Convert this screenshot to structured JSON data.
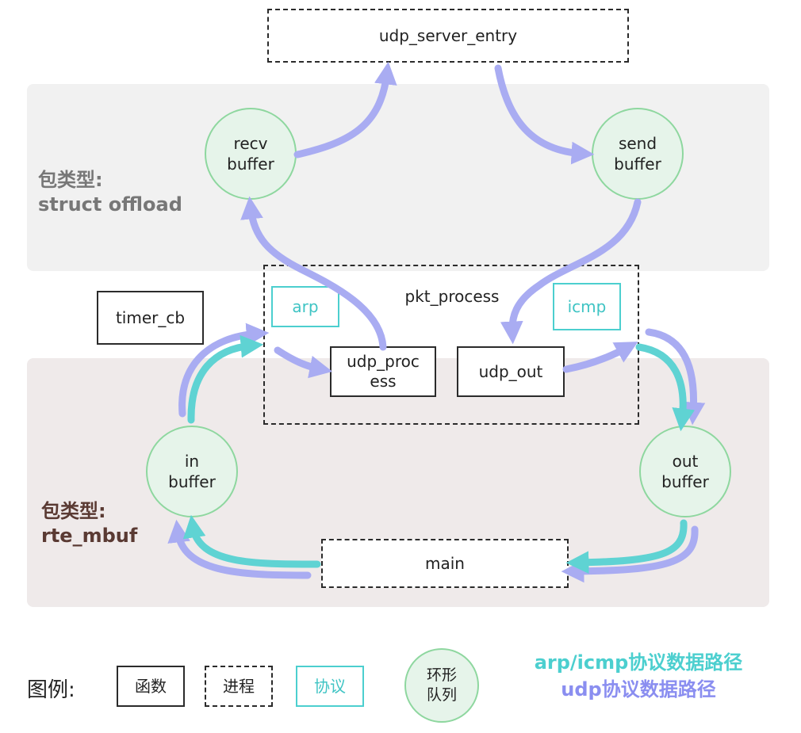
{
  "nodes": {
    "udp_server_entry": "udp_server_entry",
    "recv_buffer": "recv\nbuffer",
    "send_buffer": "send\nbuffer",
    "pkt_process": "pkt_process",
    "arp": "arp",
    "icmp": "icmp",
    "timer_cb": "timer_cb",
    "udp_process": "udp_proc\ness",
    "udp_out": "udp_out",
    "in_buffer": "in\nbuffer",
    "out_buffer": "out\nbuffer",
    "main": "main"
  },
  "bands": {
    "top_label": "包类型:\nstruct offload",
    "bottom_label": "包类型:\nrte_mbuf"
  },
  "legend": {
    "title": "图例:",
    "function": "函数",
    "process": "进程",
    "protocol": "协议",
    "ring_queue": "环形\n队列",
    "teal_path": "arp/icmp协议数据路径",
    "purple_path": "udp协议数据路径"
  },
  "colors": {
    "udp_path": "#a9acf2",
    "arp_icmp_path": "#5fd3d3",
    "ring_fill": "#e6f4ea",
    "ring_border": "#8ed79f",
    "protocol_border": "#4ccfcf"
  }
}
